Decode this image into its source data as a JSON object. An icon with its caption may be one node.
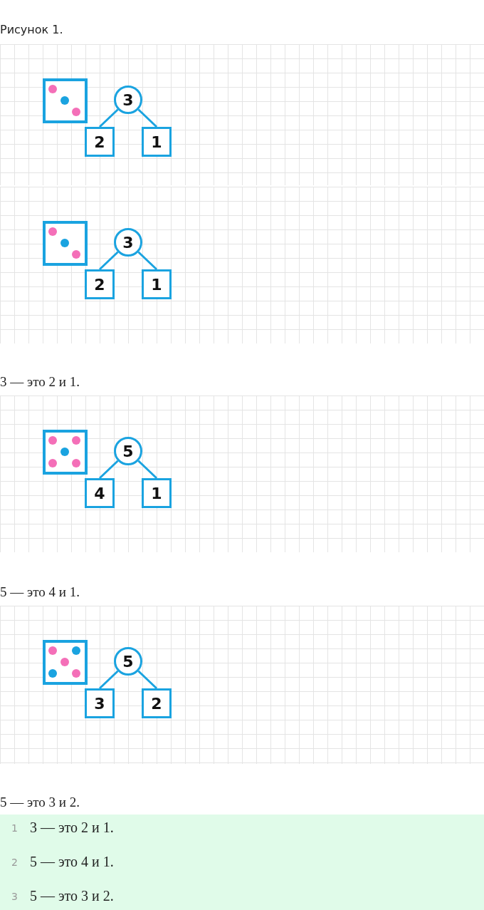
{
  "diagram": {
    "nodes": [
      {
        "text": [],
        "shape": "box"
      },
      {
        "text": [
          "3"
        ]
      },
      {
        "text": [
          "2"
        ]
      },
      {
        "text": [
          "1"
        ]
      },
      {
        "text": [],
        "shape": "box"
      },
      {
        "text": [
          "3"
        ]
      },
      {
        "text": [
          "2"
        ]
      },
      {
        "text": [
          "1"
        ]
      },
      {
        "text": [],
        "shape": "box"
      },
      {
        "text": [
          "5"
        ]
      },
      {
        "text": [
          "4"
        ]
      },
      {
        "text": [
          "1"
        ]
      },
      {
        "text": [],
        "shape": "box"
      },
      {
        "text": [
          "5"
        ]
      },
      {
        "text": [
          "3"
        ]
      },
      {
        "text": [
          "2"
        ]
      }
    ],
    "edges": [
      {
        "from": 1,
        "to": 2,
        "arrow": "none"
      },
      {
        "from": 1,
        "to": 3,
        "arrow": "none"
      },
      {
        "from": 5,
        "to": 6,
        "arrow": "none"
      },
      {
        "from": 5,
        "to": 7,
        "arrow": "none"
      },
      {
        "from": 9,
        "to": 10,
        "arrow": "none"
      },
      {
        "from": 9,
        "to": 11,
        "arrow": "none"
      },
      {
        "from": 13,
        "to": 14,
        "arrow": "none"
      },
      {
        "from": 13,
        "to": 15,
        "arrow": "none"
      }
    ],
    "labels": [
      "Рисунок 1.",
      "3 — это 2 и 1.",
      "5 — это 4 и 1.",
      "5 — это 3 и 2.",
      "1",
      "3 — это 2 и 1.",
      "2",
      "5 — это 4 и 1.",
      "3",
      "5 — это 3 и 2."
    ]
  }
}
